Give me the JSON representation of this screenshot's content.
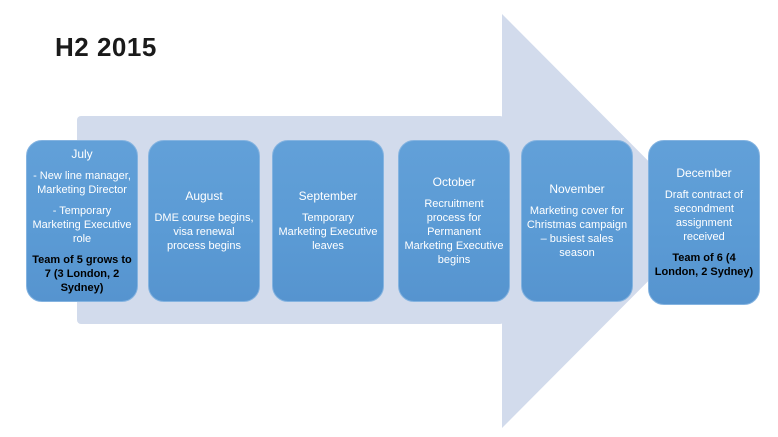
{
  "title": "H2 2015",
  "colors": {
    "arrow_fill": "#d2dbec",
    "box_fill": "#5b9bd5",
    "box_border": "#84b3e0",
    "box_text": "#ffffff",
    "note_text": "#000000",
    "title_text": "#1a1a1a"
  },
  "timeline": {
    "items": [
      {
        "month": "July",
        "body1": "- New line manager,\nMarketing Director",
        "body2": "- Temporary\nMarketing Executive\nrole",
        "note": "Team of 5 grows to\n7 (3 London, 2\nSydney)"
      },
      {
        "month": "August",
        "body1": "DME course begins,\nvisa renewal\nprocess begins"
      },
      {
        "month": "September",
        "body1": "Temporary\nMarketing Executive\nleaves"
      },
      {
        "month": "October",
        "body1": "Recruitment\nprocess for\nPermanent\nMarketing Executive\nbegins"
      },
      {
        "month": "November",
        "body1": "Marketing cover for\nChristmas campaign\n– busiest sales\nseason"
      },
      {
        "month": "December",
        "body1": "Draft contract of\nsecondment\nassignment\nreceived",
        "note": "Team of 6 (4\nLondon, 2 Sydney)"
      }
    ]
  }
}
